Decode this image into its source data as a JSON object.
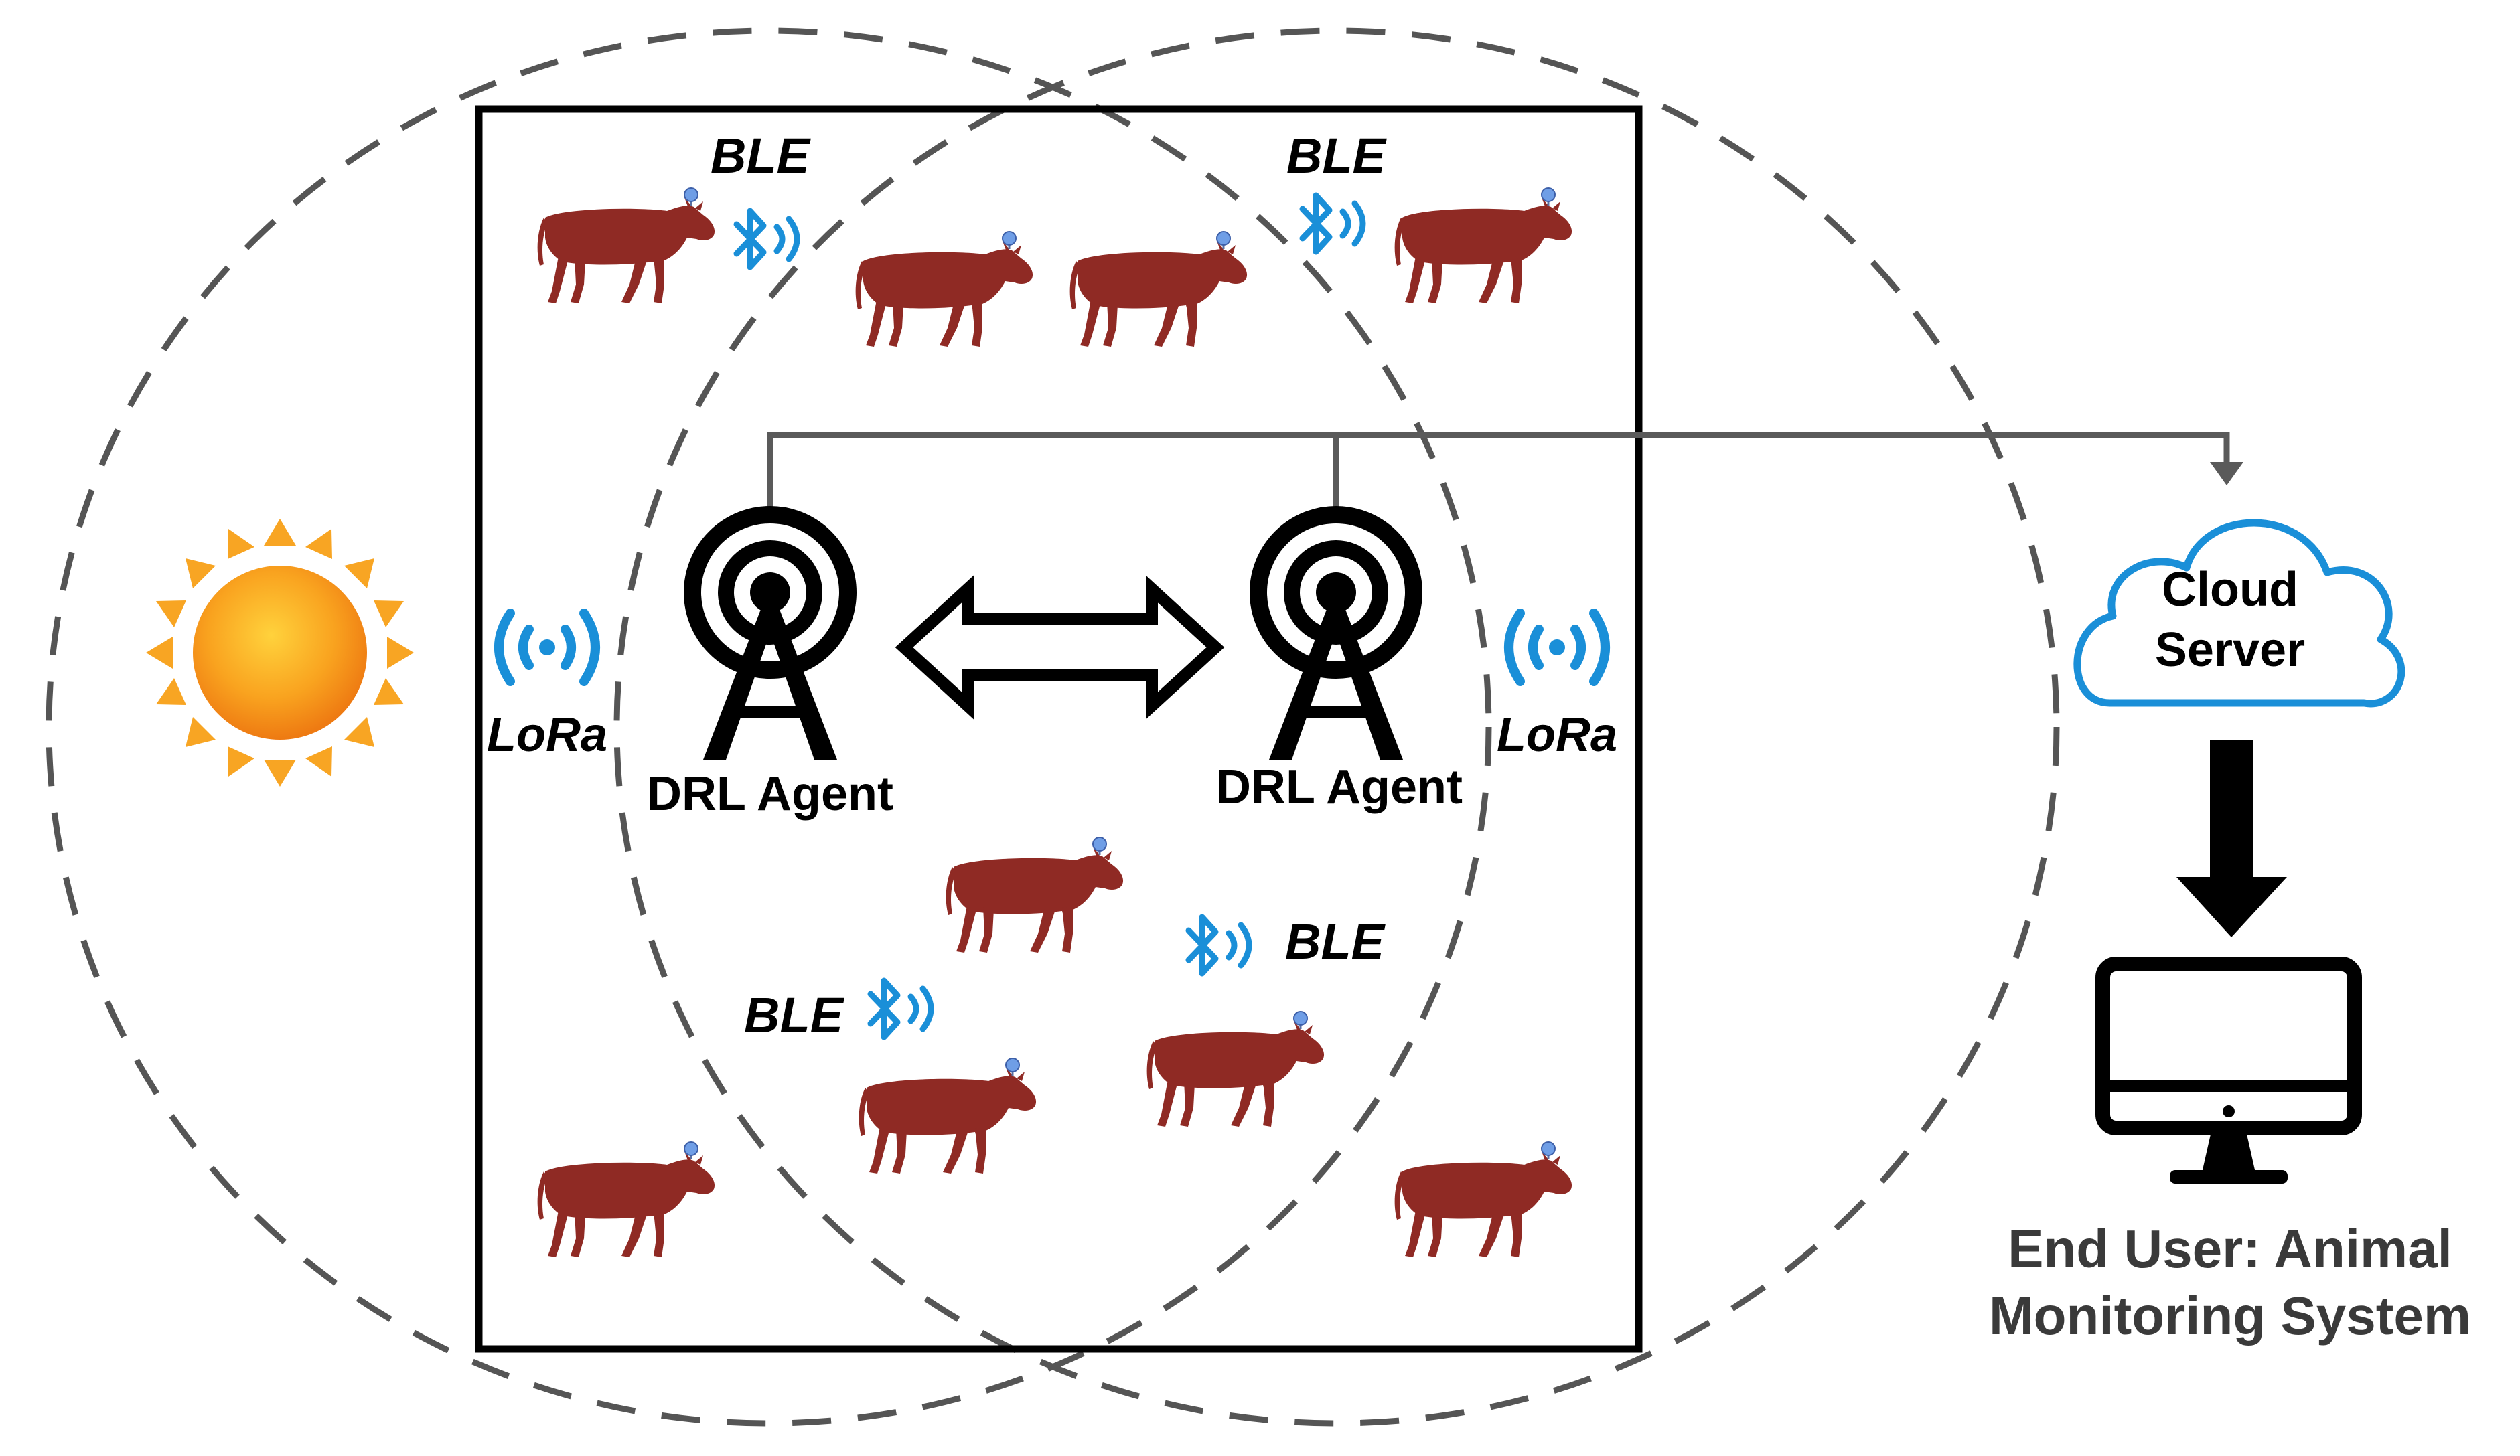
{
  "labels": {
    "ble_top_left": "BLE",
    "ble_top_right": "BLE",
    "ble_bottom_left": "BLE",
    "ble_bottom_right": "BLE",
    "lora_left": "LoRa",
    "lora_right": "LoRa",
    "agent_left": "DRL Agent",
    "agent_right": "DRL Agent",
    "cloud_line1": "Cloud",
    "cloud_line2": "Server",
    "end_user_line1": "End User: Animal",
    "end_user_line2": "Monitoring System"
  },
  "icons": {
    "sun": "sun-icon",
    "tower": "radio-tower-icon",
    "cloud": "cloud-icon",
    "monitor": "monitor-icon",
    "bluetooth": "bluetooth-icon",
    "lora_signal": "wireless-signal-icon",
    "cow": "cow-icon",
    "bidirectional_arrow": "double-arrow-icon",
    "down_arrow": "down-arrow-icon"
  },
  "colors": {
    "cow": "#8f2a24",
    "cow_tag": "#6f9ee6",
    "bluetooth": "#1a8fd8",
    "cloud_outline": "#1a8fd8",
    "dashed_circle": "#555555",
    "connection_line": "#5a5a5a",
    "sun_core": "#f7941d",
    "sun_rays": "#f8a523",
    "end_user_text": "#3a3a3a"
  }
}
